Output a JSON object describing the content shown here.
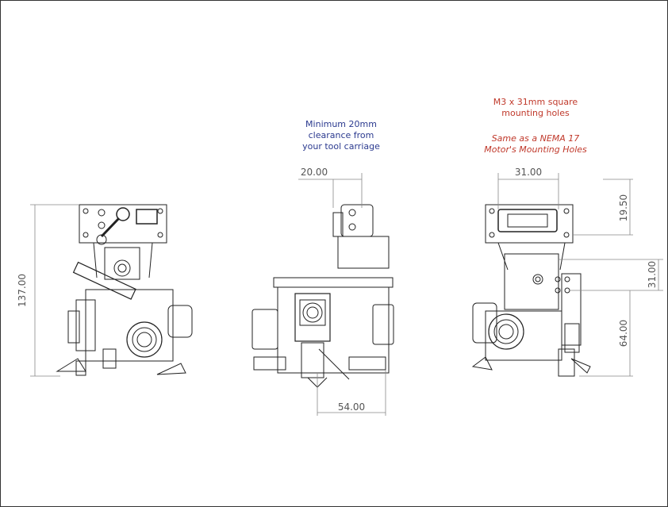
{
  "notes": {
    "clearance": [
      "Minimum 20mm",
      "clearance from",
      "your tool carriage"
    ],
    "mounting": [
      "M3 x 31mm square",
      "mounting holes"
    ],
    "nema": [
      "Same as a NEMA 17",
      "Motor's Mounting Holes"
    ]
  },
  "dimensions": {
    "height_total": "137.00",
    "clearance_width": "20.00",
    "bottom_width": "54.00",
    "hole_spacing": "31.00",
    "top_offset": "19.50",
    "hole_vertical": "31.00",
    "bottom_offset": "64.00"
  },
  "colors": {
    "clearance_note": "#2b3a8f",
    "mounting_note": "#c0392b",
    "lines": "#222222",
    "dimension_lines": "#888888"
  }
}
